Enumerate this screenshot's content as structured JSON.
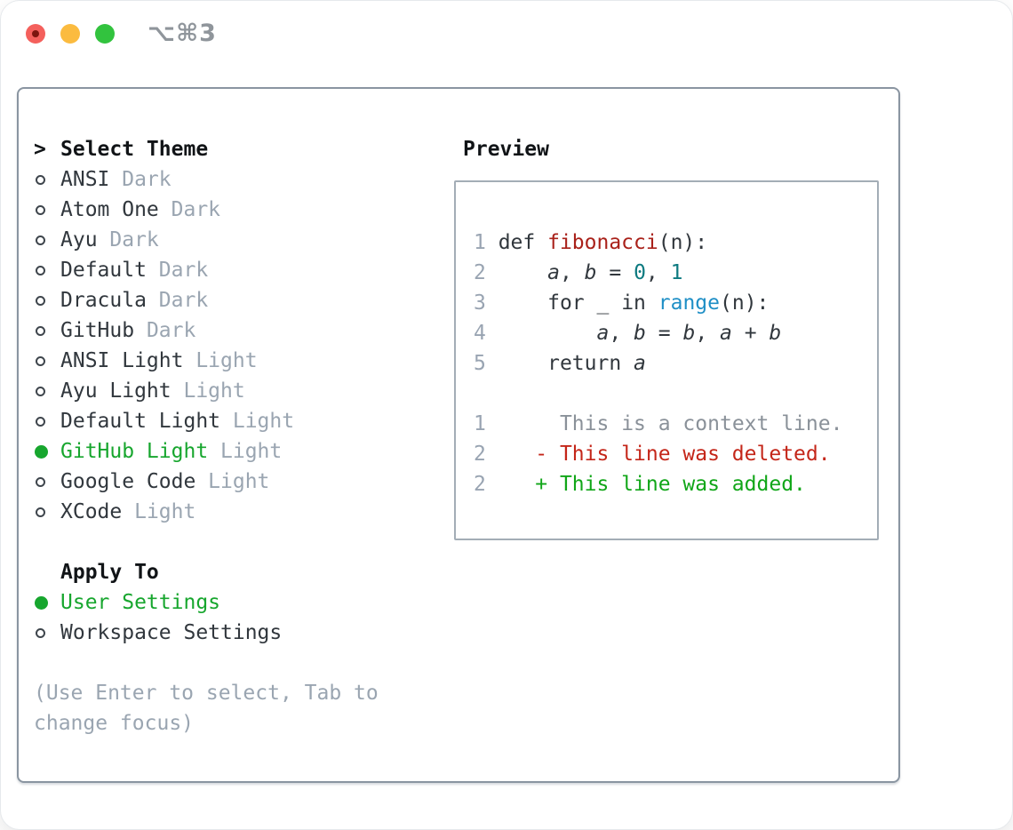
{
  "window": {
    "title": "⌥⌘3",
    "traffic_lights": [
      {
        "name": "close",
        "color": "#f4605c"
      },
      {
        "name": "minimize",
        "color": "#fbbb3f"
      },
      {
        "name": "zoom",
        "color": "#32c33e"
      }
    ]
  },
  "left": {
    "header": {
      "marker": ">",
      "label": "Select Theme"
    },
    "themes": [
      {
        "name": "ANSI",
        "tag": "Dark",
        "selected": false
      },
      {
        "name": "Atom One",
        "tag": "Dark",
        "selected": false
      },
      {
        "name": "Ayu",
        "tag": "Dark",
        "selected": false
      },
      {
        "name": "Default",
        "tag": "Dark",
        "selected": false
      },
      {
        "name": "Dracula",
        "tag": "Dark",
        "selected": false
      },
      {
        "name": "GitHub",
        "tag": "Dark",
        "selected": false
      },
      {
        "name": "ANSI Light",
        "tag": "Light",
        "selected": false
      },
      {
        "name": "Ayu Light",
        "tag": "Light",
        "selected": false
      },
      {
        "name": "Default Light",
        "tag": "Light",
        "selected": false
      },
      {
        "name": "GitHub Light",
        "tag": "Light",
        "selected": true
      },
      {
        "name": "Google Code",
        "tag": "Light",
        "selected": false
      },
      {
        "name": "XCode",
        "tag": "Light",
        "selected": false
      }
    ],
    "apply_to": {
      "label": "Apply To",
      "options": [
        {
          "label": "User Settings",
          "selected": true
        },
        {
          "label": "Workspace Settings",
          "selected": false
        }
      ]
    },
    "help_line1": "(Use Enter to select, Tab to",
    "help_line2": "change focus)"
  },
  "preview": {
    "header": "Preview",
    "code": {
      "lines": [
        [
          [
            "ln",
            "1 "
          ],
          [
            "kw",
            "def "
          ],
          [
            "fn",
            "fibonacci"
          ],
          [
            "pl",
            "(n):"
          ]
        ],
        [
          [
            "ln",
            "2 "
          ],
          [
            "pl",
            "    "
          ],
          [
            "var",
            "a"
          ],
          [
            "pl",
            ", "
          ],
          [
            "var",
            "b"
          ],
          [
            "pl",
            " = "
          ],
          [
            "num",
            "0"
          ],
          [
            "pl",
            ", "
          ],
          [
            "num",
            "1"
          ]
        ],
        [
          [
            "ln",
            "3 "
          ],
          [
            "pl",
            "    "
          ],
          [
            "kw",
            "for"
          ],
          [
            "pl",
            " _ "
          ],
          [
            "kw",
            "in"
          ],
          [
            "pl",
            " "
          ],
          [
            "bi",
            "range"
          ],
          [
            "pl",
            "(n):"
          ]
        ],
        [
          [
            "ln",
            "4 "
          ],
          [
            "pl",
            "        "
          ],
          [
            "var",
            "a"
          ],
          [
            "pl",
            ", "
          ],
          [
            "var",
            "b"
          ],
          [
            "pl",
            " = "
          ],
          [
            "var",
            "b"
          ],
          [
            "pl",
            ", "
          ],
          [
            "var",
            "a"
          ],
          [
            "pl",
            " + "
          ],
          [
            "var",
            "b"
          ]
        ],
        [
          [
            "ln",
            "5 "
          ],
          [
            "pl",
            "    "
          ],
          [
            "kw",
            "return"
          ],
          [
            "pl",
            " "
          ],
          [
            "var",
            "a"
          ]
        ],
        [],
        [
          [
            "ln",
            "1"
          ],
          [
            "pl",
            "      "
          ],
          [
            "ctx",
            "This is a context line."
          ]
        ],
        [
          [
            "ln",
            "2"
          ],
          [
            "pl",
            "    "
          ],
          [
            "del",
            "- This line was deleted."
          ]
        ],
        [
          [
            "ln",
            "2"
          ],
          [
            "pl",
            "    "
          ],
          [
            "add",
            "+ This line was added."
          ]
        ]
      ]
    }
  },
  "icons": {
    "radio_selected": "filled-circle",
    "radio_unselected": "outline-circle",
    "prompt": ">"
  },
  "colors": {
    "accent_green": "#17a62e",
    "diff_added_green": "#11a618",
    "diff_deleted_red": "#c42619",
    "function_red": "#a9211a",
    "number_teal": "#0d7a80",
    "builtin_blue": "#1f8fc6",
    "text_dark": "#31373d",
    "text_muted": "#9aa5b1",
    "line_number_gray": "#99a4b2",
    "context_gray": "#8a9199",
    "panel_border": "#8a95a1",
    "preview_border": "#a3adb6",
    "titlebar_text": "#8f959b"
  }
}
